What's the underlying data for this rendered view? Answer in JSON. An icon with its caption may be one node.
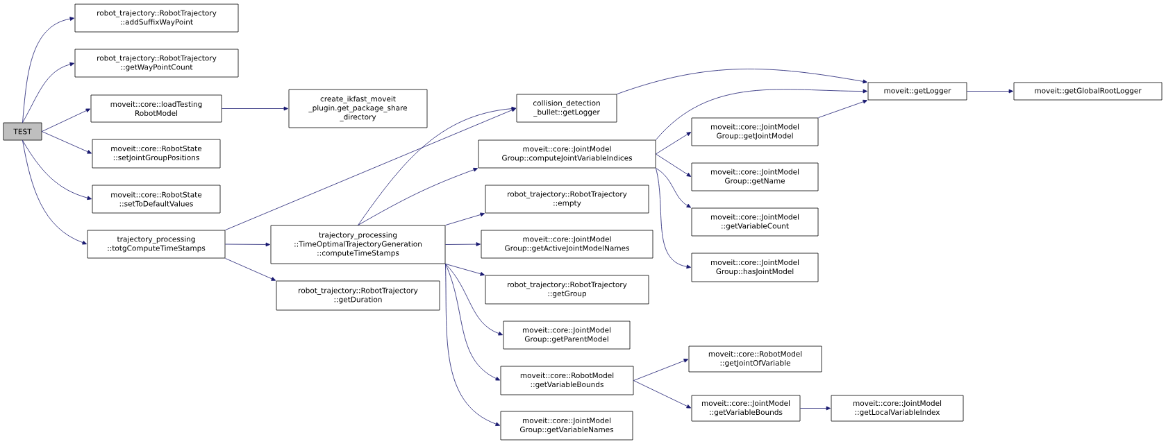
{
  "diagram": {
    "nodes": [
      {
        "text": [
          "TEST"
        ]
      },
      {
        "text": [
          "robot_trajectory::RobotTrajectory ::addSuffixWayPoint"
        ]
      },
      {
        "text": [
          "robot_trajectory::RobotTrajectory ::getWayPointCount"
        ]
      },
      {
        "text": [
          "moveit::core::loadTesting RobotModel"
        ]
      },
      {
        "text": [
          "create_ikfast_moveit _plugin.get_package_share _directory"
        ]
      },
      {
        "text": [
          "moveit::core::RobotState ::setJointGroupPositions"
        ]
      },
      {
        "text": [
          "moveit::core::RobotState ::setToDefaultValues"
        ]
      },
      {
        "text": [
          "trajectory_processing ::totgComputeTimeStamps"
        ]
      },
      {
        "text": [
          "collision_detection _bullet::getLogger"
        ]
      },
      {
        "text": [
          "moveit::core::JointModel Group::computeJointVariableIndices"
        ]
      },
      {
        "text": [
          "trajectory_processing ::TimeOptimalTrajectoryGeneration ::computeTimeStamps"
        ]
      },
      {
        "text": [
          "robot_trajectory::RobotTrajectory ::empty"
        ]
      },
      {
        "text": [
          "moveit::core::JointModel Group::getActiveJointModelNames"
        ]
      },
      {
        "text": [
          "robot_trajectory::RobotTrajectory ::getGroup"
        ]
      },
      {
        "text": [
          "robot_trajectory::RobotTrajectory ::getDuration"
        ]
      },
      {
        "text": [
          "moveit::core::JointModel Group::getParentModel"
        ]
      },
      {
        "text": [
          "moveit::core::RobotModel ::getVariableBounds"
        ]
      },
      {
        "text": [
          "moveit::core::JointModel Group::getVariableNames"
        ]
      },
      {
        "text": [
          "moveit::getLogger"
        ]
      },
      {
        "text": [
          "moveit::getGlobalRootLogger"
        ]
      },
      {
        "text": [
          "moveit::core::JointModel Group::getJointModel"
        ]
      },
      {
        "text": [
          "moveit::core::JointModel Group::getName"
        ]
      },
      {
        "text": [
          "moveit::core::JointModel ::getVariableCount"
        ]
      },
      {
        "text": [
          "moveit::core::JointModel Group::hasJointModel"
        ]
      },
      {
        "text": [
          "moveit::core::RobotModel ::getJointOfVariable"
        ]
      },
      {
        "text": [
          "moveit::core::JointModel ::getVariableBounds"
        ]
      },
      {
        "text": [
          "moveit::core::JointModel ::getLocalVariableIndex"
        ]
      }
    ],
    "edges": [
      {
        "from": 0,
        "to": 1,
        "arrow": "to"
      },
      {
        "from": 0,
        "to": 2,
        "arrow": "to"
      },
      {
        "from": 0,
        "to": 3,
        "arrow": "to"
      },
      {
        "from": 0,
        "to": 5,
        "arrow": "to"
      },
      {
        "from": 0,
        "to": 6,
        "arrow": "to"
      },
      {
        "from": 0,
        "to": 7,
        "arrow": "to"
      },
      {
        "from": 3,
        "to": 4,
        "arrow": "to"
      },
      {
        "from": 7,
        "to": 8,
        "arrow": "to"
      },
      {
        "from": 7,
        "to": 10,
        "arrow": "to"
      },
      {
        "from": 7,
        "to": 14,
        "arrow": "to"
      },
      {
        "from": 10,
        "to": 8,
        "arrow": "to"
      },
      {
        "from": 10,
        "to": 9,
        "arrow": "to"
      },
      {
        "from": 10,
        "to": 11,
        "arrow": "to"
      },
      {
        "from": 10,
        "to": 12,
        "arrow": "to"
      },
      {
        "from": 10,
        "to": 13,
        "arrow": "to"
      },
      {
        "from": 10,
        "to": 15,
        "arrow": "to"
      },
      {
        "from": 10,
        "to": 16,
        "arrow": "to"
      },
      {
        "from": 10,
        "to": 17,
        "arrow": "to"
      },
      {
        "from": 8,
        "to": 18,
        "arrow": "to"
      },
      {
        "from": 9,
        "to": 18,
        "arrow": "to"
      },
      {
        "from": 9,
        "to": 20,
        "arrow": "to"
      },
      {
        "from": 9,
        "to": 21,
        "arrow": "to"
      },
      {
        "from": 9,
        "to": 22,
        "arrow": "to"
      },
      {
        "from": 9,
        "to": 23,
        "arrow": "to"
      },
      {
        "from": 20,
        "to": 18,
        "arrow": "to"
      },
      {
        "from": 18,
        "to": 19,
        "arrow": "to"
      },
      {
        "from": 16,
        "to": 24,
        "arrow": "to"
      },
      {
        "from": 16,
        "to": 25,
        "arrow": "to"
      },
      {
        "from": 25,
        "to": 26,
        "arrow": "to"
      }
    ]
  }
}
